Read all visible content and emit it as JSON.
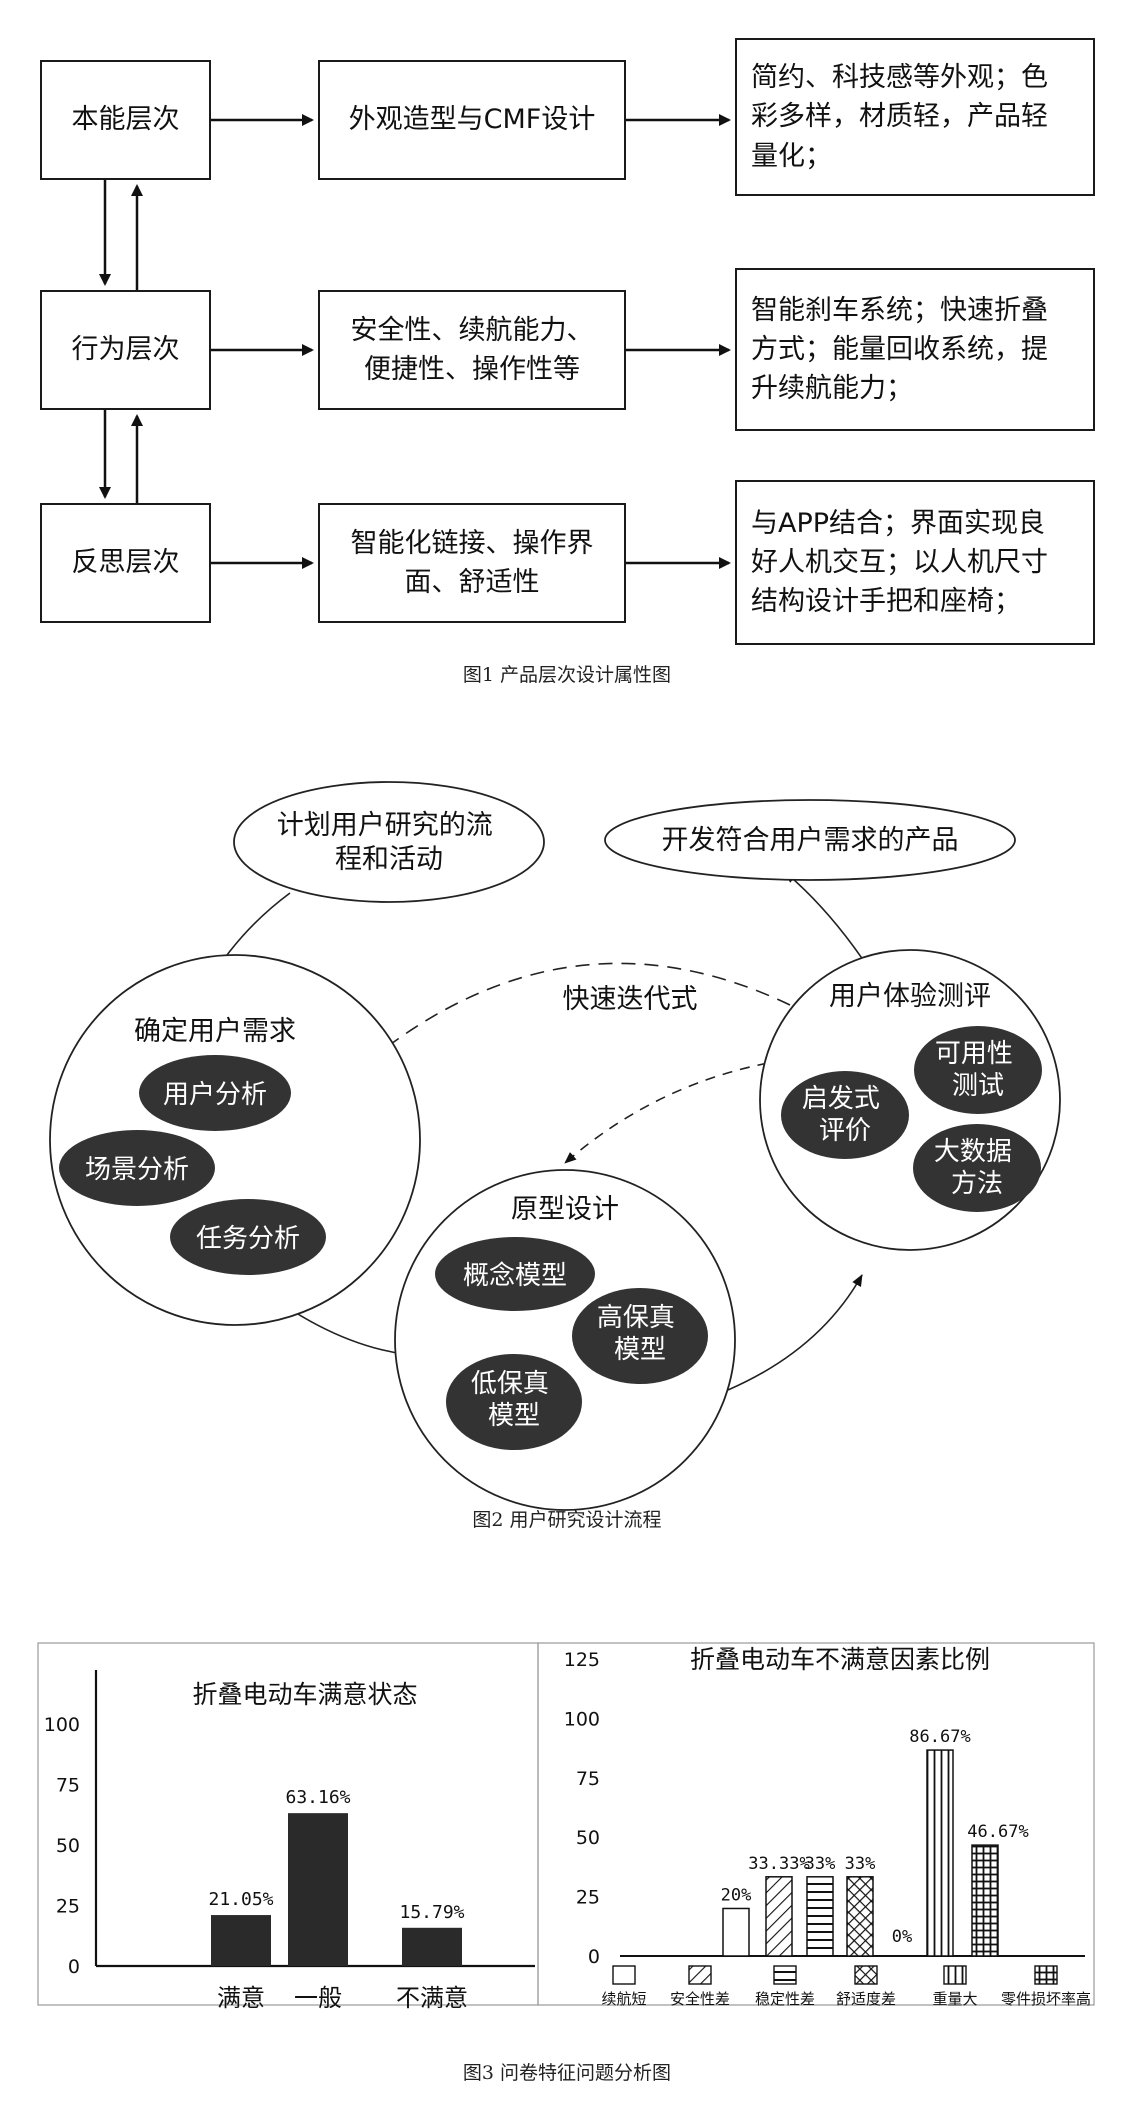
{
  "fig1": {
    "levels": [
      "本能层次",
      "行为层次",
      "反思层次"
    ],
    "attributes": [
      "外观造型与CMF设计",
      "安全性、续航能力、\n便捷性、操作性等",
      "智能化链接、操作界\n面、舒适性"
    ],
    "solutions": [
      "简约、科技感等外观；色\n彩多样，材质轻，产品轻\n量化；",
      "智能刹车系统；快速折叠\n方式；能量回收系统，提\n升续航能力；",
      "与APP结合；界面实现良\n好人机交互；以人机尺寸\n结构设计手把和座椅；"
    ],
    "caption": "图1 产品层次设计属性图"
  },
  "fig2": {
    "plan": "计划用户研究的流\n程和活动",
    "develop": "开发符合用户需求的产品",
    "iterate": "快速迭代式",
    "needs": {
      "title": "确定用户需求",
      "items": [
        "用户分析",
        "场景分析",
        "任务分析"
      ]
    },
    "proto": {
      "title": "原型设计",
      "items": [
        "概念模型",
        "高保真\n模型",
        "低保真\n模型"
      ]
    },
    "test": {
      "title": "用户体验测评",
      "items": [
        "可用性\n测试",
        "启发式\n评价",
        "大数据\n方法"
      ]
    },
    "caption": "图2 用户研究设计流程"
  },
  "chart_data": [
    {
      "type": "bar",
      "title": "折叠电动车满意状态",
      "categories": [
        "满意",
        "一般",
        "不满意"
      ],
      "values": [
        21.05,
        63.16,
        15.79
      ],
      "value_labels": [
        "21.05%",
        "63.16%",
        "15.79%"
      ],
      "yticks": [
        "0",
        "25",
        "50",
        "75",
        "100"
      ],
      "ylim": [
        0,
        100
      ]
    },
    {
      "type": "bar",
      "title": "折叠电动车不满意因素比例",
      "categories": [
        "续航短",
        "安全性差",
        "稳定性差",
        "舒适度差",
        "重量大",
        "零件损坏率高"
      ],
      "values": [
        20,
        33.33,
        33.33,
        33.33,
        86.67,
        46.67
      ],
      "value_labels": [
        "20%",
        "33.33%",
        "33%",
        "33%",
        "86.67%",
        "46.67%"
      ],
      "zero_label": "0%",
      "yticks": [
        "0",
        "25",
        "50",
        "75",
        "100",
        "125"
      ],
      "ylim": [
        0,
        125
      ]
    }
  ],
  "fig3_caption": "图3 问卷特征问题分析图"
}
